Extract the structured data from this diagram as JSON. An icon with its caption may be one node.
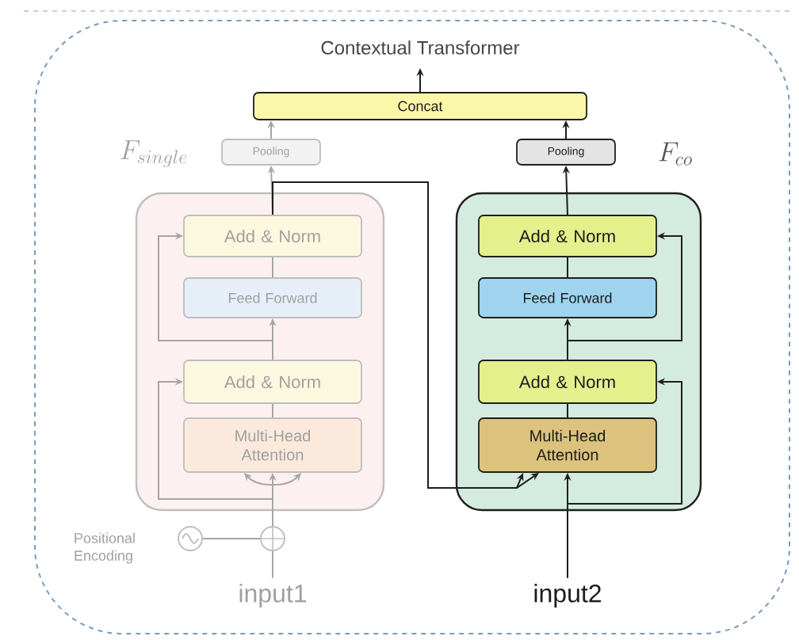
{
  "diagram": {
    "title": "Contextual Transformer",
    "nodes": [
      {
        "text": [
          "Concat"
        ]
      },
      {
        "text": [
          "Pooling"
        ]
      },
      {
        "text": [
          "Pooling"
        ]
      },
      {
        "text": [],
        "shape": "box"
      },
      {
        "text": [
          "Add & Norm"
        ],
        "in": 3
      },
      {
        "text": [
          "Feed Forward"
        ],
        "in": 3
      },
      {
        "text": [
          "Add & Norm"
        ],
        "in": 3
      },
      {
        "text": [
          "Multi-Head Attention"
        ],
        "in": 3
      },
      {
        "text": [],
        "shape": "box"
      },
      {
        "text": [
          "Add & Norm"
        ],
        "in": 8
      },
      {
        "text": [
          "Feed Forward"
        ],
        "in": 8
      },
      {
        "text": [
          "Add & Norm"
        ],
        "in": 8
      },
      {
        "text": [
          "Multi-Head Attention"
        ],
        "in": 8
      },
      {
        "text": [],
        "shape": "circle",
        "beside": [
          "Positional Encoding"
        ]
      },
      {
        "text": [],
        "shape": "circle"
      },
      {
        "text": [
          "input1"
        ]
      },
      {
        "text": [
          "input2"
        ]
      }
    ],
    "edges": [
      {
        "from": 15,
        "to": 14,
        "arrow": "none",
        "color": "#a6a6a6"
      },
      {
        "from": 13,
        "to": 14,
        "arrow": "none",
        "color": "#a6a6a6"
      },
      {
        "from": 14,
        "to": 7,
        "arrow": "to",
        "color": "#a6a6a6"
      },
      {
        "from": 14,
        "to": 6,
        "arrow": "to",
        "color": "#a6a6a6"
      },
      {
        "from": 7,
        "to": 6,
        "arrow": "none",
        "color": "#a6a6a6"
      },
      {
        "from": 6,
        "to": 5,
        "arrow": "to",
        "color": "#a6a6a6"
      },
      {
        "from": 6,
        "to": 4,
        "arrow": "to",
        "color": "#a6a6a6"
      },
      {
        "from": 5,
        "to": 4,
        "arrow": "none",
        "color": "#a6a6a6"
      },
      {
        "from": 4,
        "to": 1,
        "arrow": "to",
        "color": "#a6a6a6"
      },
      {
        "from": 1,
        "to": 0,
        "arrow": "to",
        "color": "#a6a6a6"
      },
      {
        "from": 0,
        "to": null,
        "arrow": "to",
        "color": "#1e1e1e"
      },
      {
        "from": 4,
        "to": 12,
        "arrow": "to",
        "color": "#1e1e1e"
      },
      {
        "from": 16,
        "to": 12,
        "arrow": "to",
        "color": "#1e1e1e"
      },
      {
        "from": 16,
        "to": 11,
        "arrow": "to",
        "color": "#1e1e1e"
      },
      {
        "from": 12,
        "to": 11,
        "arrow": "none",
        "color": "#1e1e1e"
      },
      {
        "from": 11,
        "to": 10,
        "arrow": "to",
        "color": "#1e1e1e"
      },
      {
        "from": 11,
        "to": 9,
        "arrow": "to",
        "color": "#1e1e1e"
      },
      {
        "from": 10,
        "to": 9,
        "arrow": "none",
        "color": "#1e1e1e"
      },
      {
        "from": 9,
        "to": 2,
        "arrow": "to",
        "color": "#1e1e1e"
      },
      {
        "from": 2,
        "to": 0,
        "arrow": "to",
        "color": "#1e1e1e"
      },
      {
        "from": 14,
        "to": 7,
        "arrow": "to",
        "color": "#a6a6a6"
      },
      {
        "from": 14,
        "to": 7,
        "arrow": "to",
        "color": "#a6a6a6"
      },
      {
        "from": 4,
        "to": 12,
        "arrow": "to",
        "color": "#1e1e1e"
      }
    ],
    "labels": [
      "F_{single}",
      "F_{co}"
    ]
  }
}
